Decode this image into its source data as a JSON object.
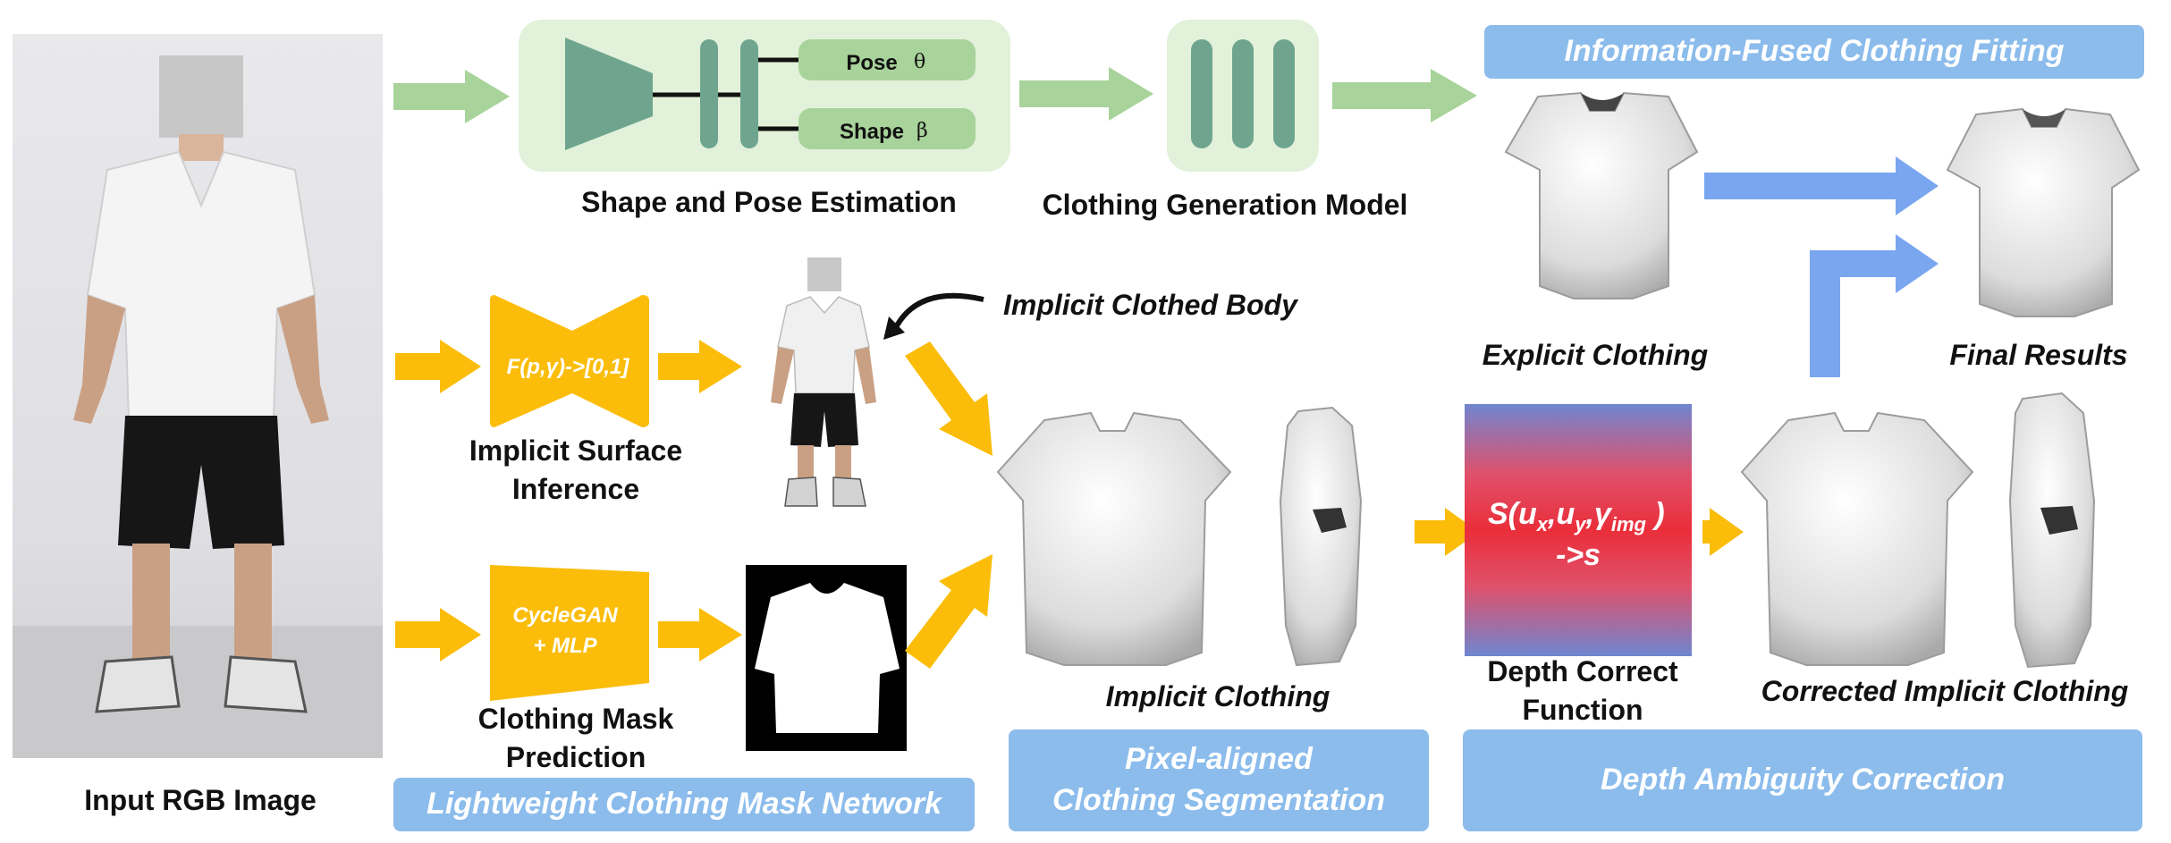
{
  "input": {
    "label": "Input RGB Image"
  },
  "shape_pose": {
    "label": "Shape and Pose Estimation",
    "pose_label": "Pose",
    "pose_symbol": "θ",
    "shape_label": "Shape",
    "shape_symbol": "β"
  },
  "clothing_gen": {
    "label": "Clothing Generation Model"
  },
  "info_fused": {
    "banner": "Information-Fused Clothing Fitting"
  },
  "explicit": {
    "label": "Explicit Clothing"
  },
  "final": {
    "label": "Final Results"
  },
  "implicit_body": {
    "label": "Implicit Clothed Body"
  },
  "implicit_surface": {
    "formula": "F(p,γ)->[0,1]",
    "label_line1": "Implicit Surface",
    "label_line2": "Inference"
  },
  "mask_net": {
    "model_line1": "CycleGAN",
    "model_line2": "+ MLP",
    "label_line1": "Clothing Mask",
    "label_line2": "Prediction",
    "banner": "Lightweight Clothing Mask Network"
  },
  "implicit_clothing": {
    "label": "Implicit Clothing"
  },
  "pixel_seg": {
    "banner_line1": "Pixel-aligned",
    "banner_line2": "Clothing Segmentation"
  },
  "depth_correct": {
    "formula_line1": "S(u",
    "sub_x": "x",
    "sep1": ",u",
    "sub_y": "y",
    "sep2": ",γ",
    "sub_img": "img",
    "close": " )",
    "formula_line2": "->s",
    "label_line1": "Depth Correct",
    "label_line2": "Function"
  },
  "corrected": {
    "label": "Corrected Implicit Clothing"
  },
  "depth_ambiguity": {
    "banner": "Depth Ambiguity Correction"
  },
  "colors": {
    "green": "#a8d39a",
    "teal": "#6fa58f",
    "yellow": "#fbbd0a",
    "blue": "#8bbcec",
    "arrow_blue": "#7aa6f0"
  }
}
